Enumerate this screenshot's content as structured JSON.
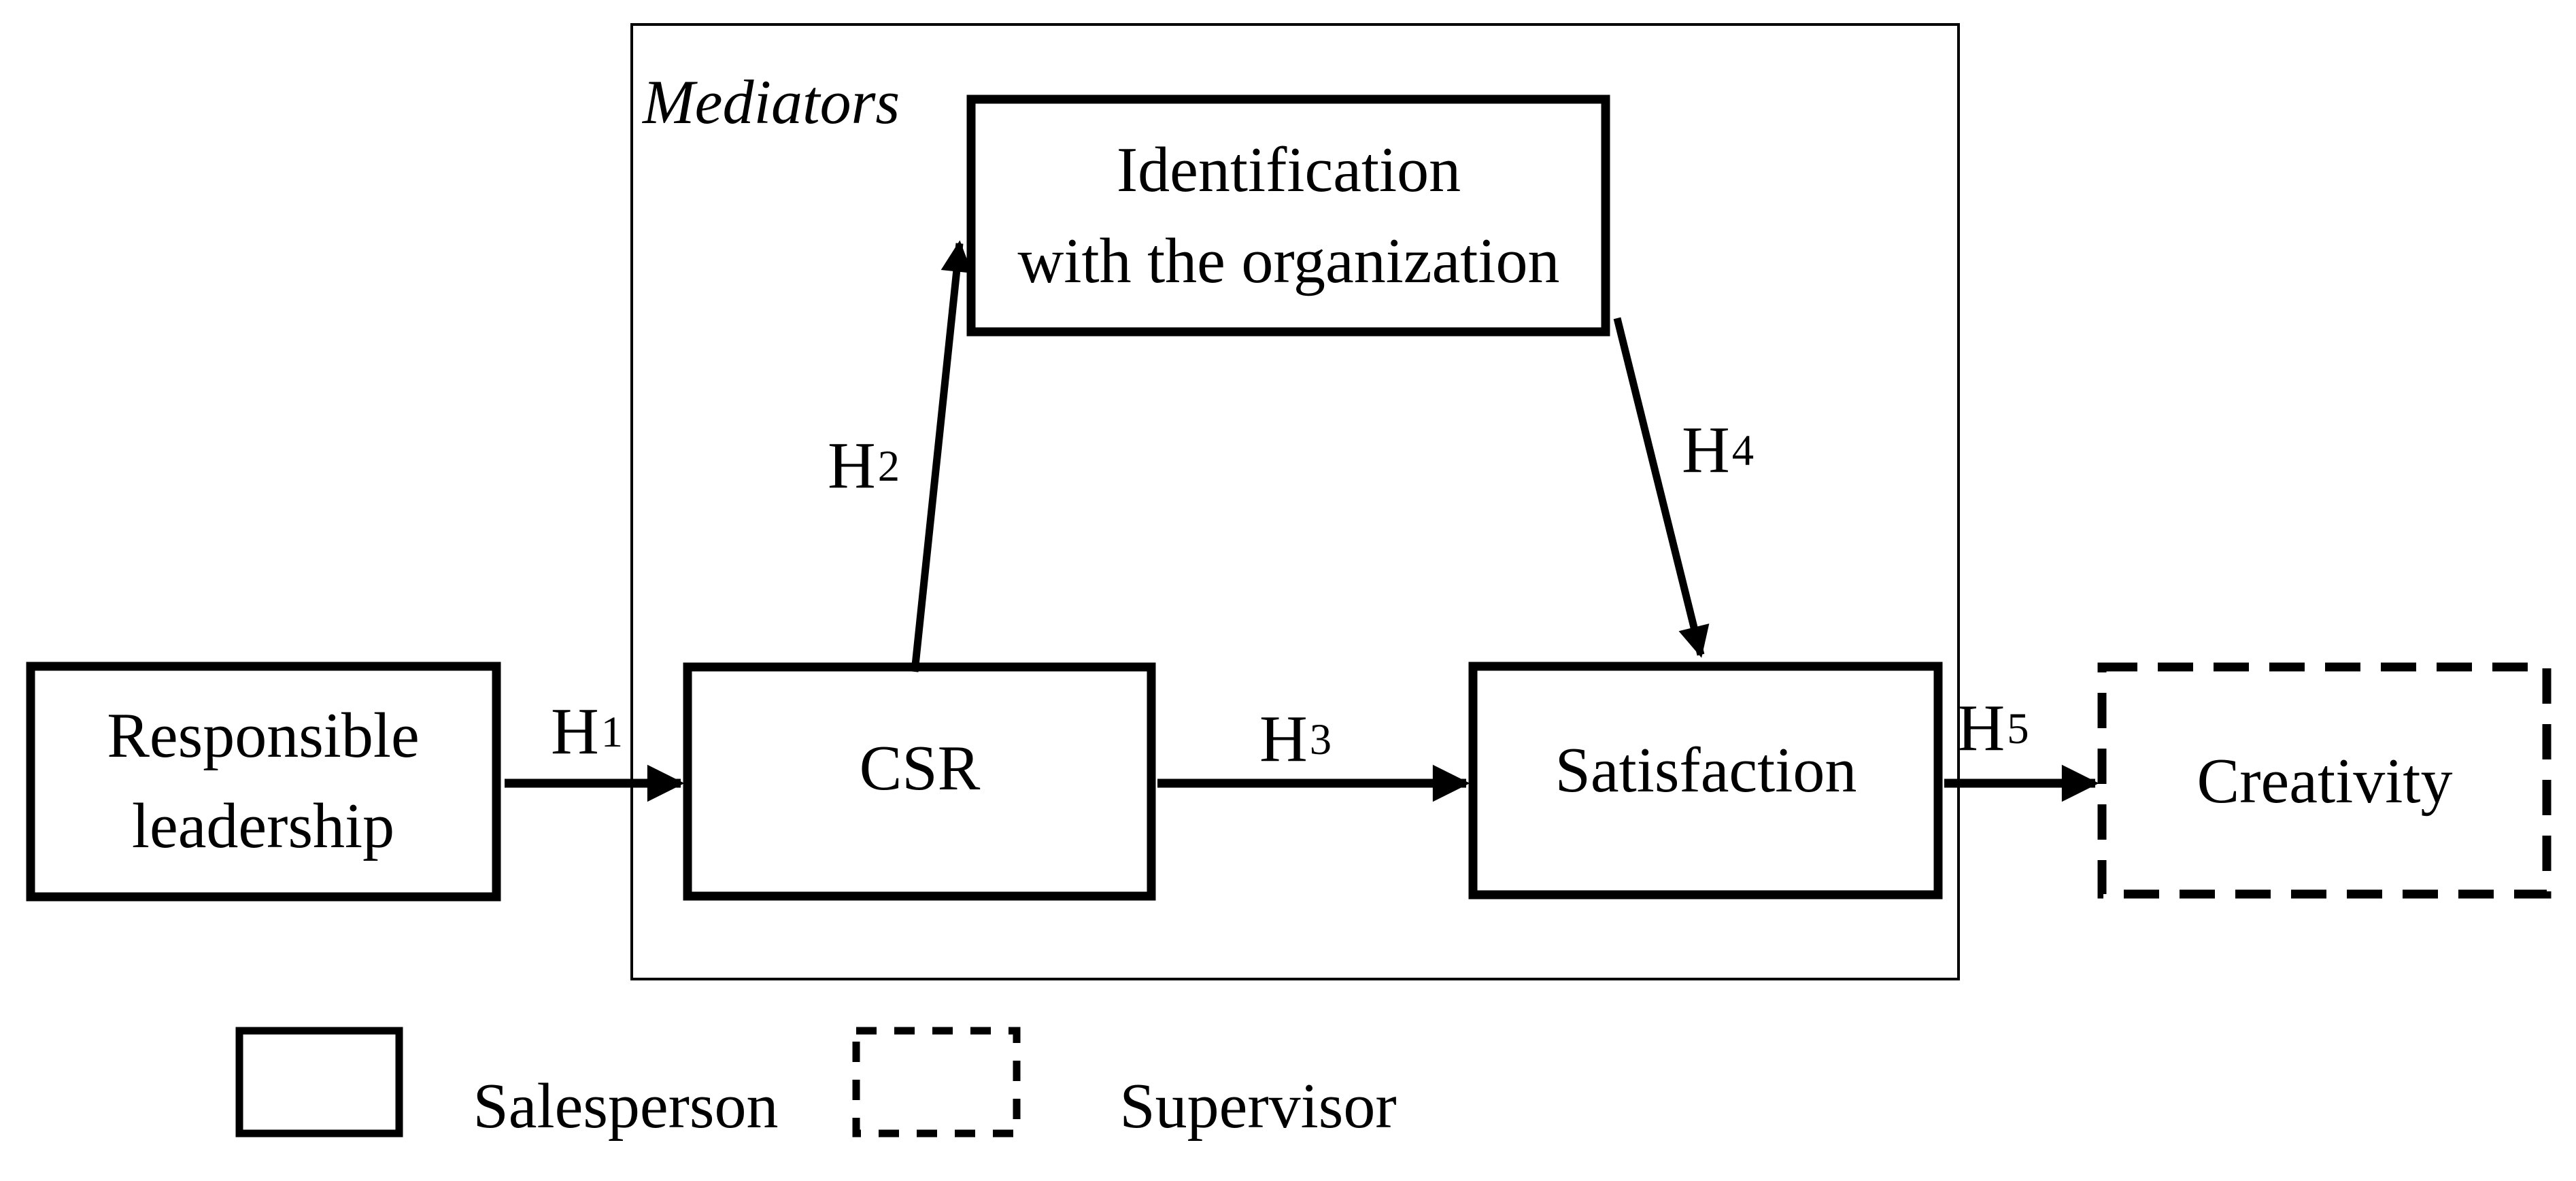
{
  "diagram": {
    "mediators_panel": {
      "label": "Mediators"
    },
    "boxes": {
      "responsible_leadership": {
        "line1": "Responsible",
        "line2": "leadership"
      },
      "csr": {
        "label": "CSR"
      },
      "identification": {
        "line1": "Identification",
        "line2": "with the organization"
      },
      "satisfaction": {
        "label": "Satisfaction"
      },
      "creativity": {
        "label": "Creativity"
      }
    },
    "hypotheses": {
      "h1": {
        "base": "H",
        "sub": "1"
      },
      "h2": {
        "base": "H",
        "sub": "2"
      },
      "h3": {
        "base": "H",
        "sub": "3"
      },
      "h4": {
        "base": "H",
        "sub": "4"
      },
      "h5": {
        "base": "H",
        "sub": "5"
      }
    },
    "legend": {
      "salesperson": "Salesperson",
      "supervisor": "Supervisor"
    },
    "colors": {
      "ink": "#000000",
      "background": "#ffffff"
    }
  }
}
